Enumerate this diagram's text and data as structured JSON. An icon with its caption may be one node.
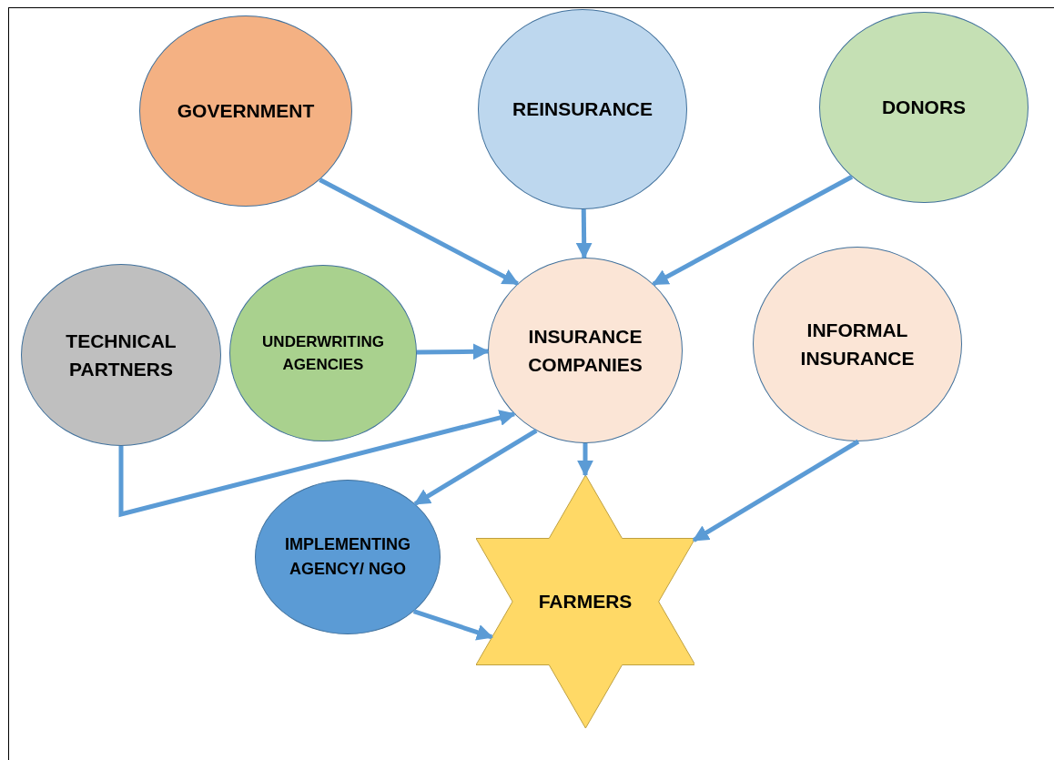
{
  "diagram": {
    "nodes": [
      {
        "text": [
          "GOVERNMENT"
        ]
      },
      {
        "text": [
          "REINSURANCE"
        ]
      },
      {
        "text": [
          "DONORS"
        ]
      },
      {
        "text": [
          "TECHNICAL PARTNERS"
        ]
      },
      {
        "text": [
          "UNDERWRITING AGENCIES"
        ]
      },
      {
        "text": [
          "INSURANCE COMPANIES"
        ]
      },
      {
        "text": [
          "INFORMAL INSURANCE"
        ]
      },
      {
        "text": [
          "IMPLEMENTING AGENCY/ NGO"
        ]
      },
      {
        "text": [
          "FARMERS"
        ]
      }
    ],
    "edges": [
      {
        "from": 0,
        "to": 5,
        "arrow": "to"
      },
      {
        "from": 1,
        "to": 5,
        "arrow": "to"
      },
      {
        "from": 2,
        "to": 5,
        "arrow": "to"
      },
      {
        "from": 4,
        "to": 5,
        "arrow": "to"
      },
      {
        "from": 3,
        "to": 5,
        "arrow": "to"
      },
      {
        "from": 5,
        "to": 7,
        "arrow": "to"
      },
      {
        "from": 5,
        "to": 8,
        "arrow": "to"
      },
      {
        "from": 6,
        "to": 8,
        "arrow": "to"
      },
      {
        "from": 7,
        "to": 8,
        "arrow": "to"
      }
    ]
  }
}
